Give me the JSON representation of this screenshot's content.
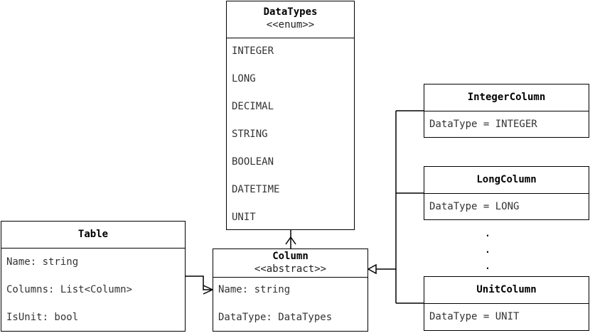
{
  "datatypes": {
    "title": "DataTypes",
    "stereotype": "<<enum>>",
    "values": [
      "INTEGER",
      "LONG",
      "DECIMAL",
      "STRING",
      "BOOLEAN",
      "DATETIME",
      "UNIT"
    ]
  },
  "table": {
    "title": "Table",
    "fields": [
      "Name: string",
      "Columns: List<Column>",
      "IsUnit: bool"
    ]
  },
  "column": {
    "title": "Column",
    "stereotype": "<<abstract>>",
    "fields": [
      "Name: string",
      "DataType: DataTypes"
    ]
  },
  "integer_column": {
    "title": "IntegerColumn",
    "field": "DataType = INTEGER"
  },
  "long_column": {
    "title": "LongColumn",
    "field": "DataType = LONG"
  },
  "ellipsis": ".",
  "unit_column": {
    "title": "UnitColumn",
    "field": "DataType = UNIT"
  }
}
